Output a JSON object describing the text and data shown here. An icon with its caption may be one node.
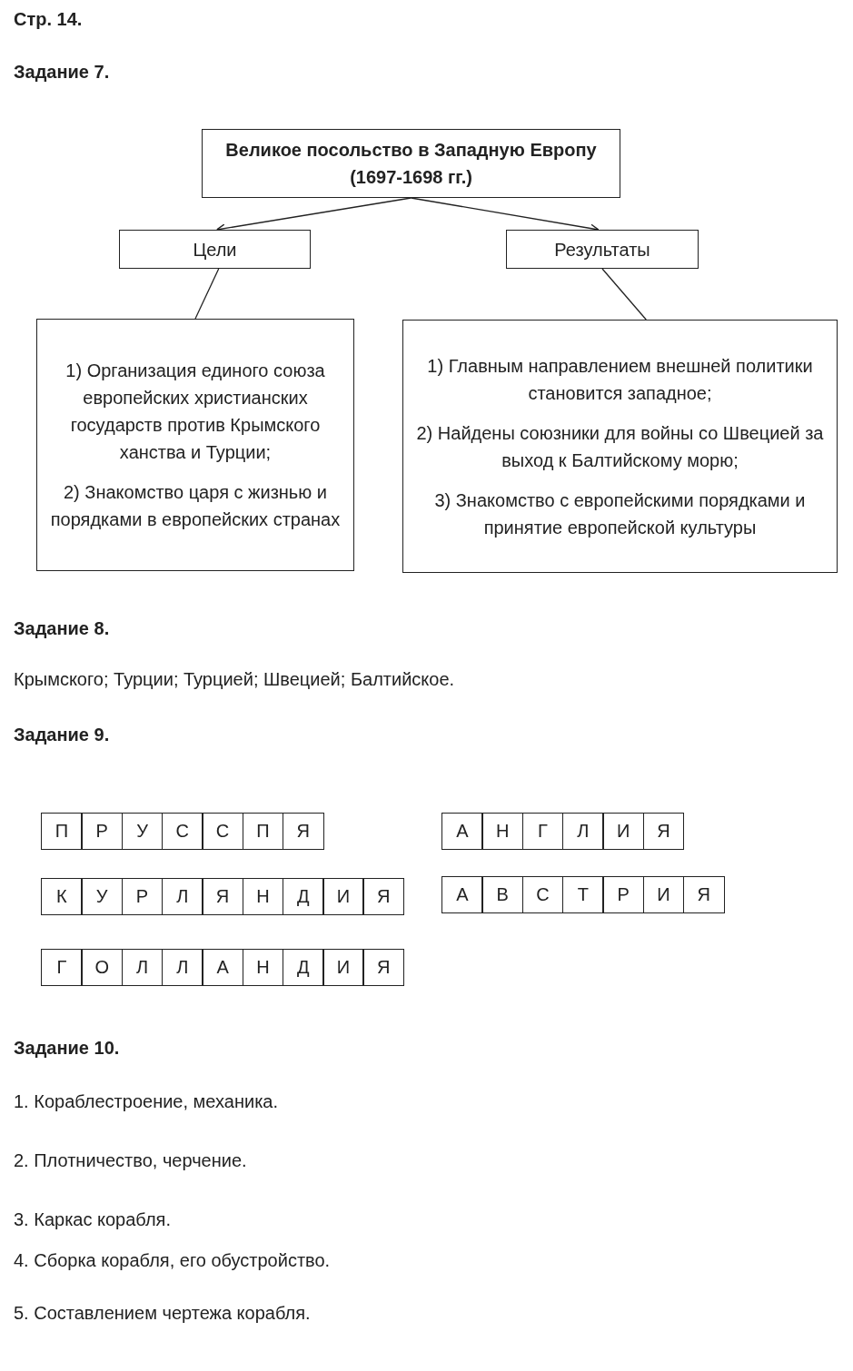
{
  "diagram": {
    "nodes": [
      {
        "text": [
          "Великое посольство в Западную Европу (1697-1698 гг.)"
        ]
      },
      {
        "text": [
          "Цели"
        ]
      },
      {
        "text": [
          "Результаты"
        ]
      },
      {
        "text": [
          "1) Организация единого союза европейских христианских государств против Крымского ханства и Турции;",
          "2) Знакомство царя с жизнью и порядками в европейских странах"
        ]
      },
      {
        "text": [
          "1) Главным направлением внешней политики становится западное;",
          "2) Найдены союзники для войны со Швецией за выход к Балтийскому морю;",
          "3) Знакомство с европейскими порядками и принятие европейской культуры"
        ]
      }
    ],
    "edges": [
      {
        "from": 0,
        "to": 1,
        "arrow": "to"
      },
      {
        "from": 0,
        "to": 2,
        "arrow": "to"
      },
      {
        "from": 1,
        "to": 3,
        "arrow": "none"
      },
      {
        "from": 2,
        "to": 4,
        "arrow": "none"
      }
    ],
    "labels": [
      "Стр. 14.",
      "Задание 7.",
      "Задание 8.",
      "Крымского; Турции; Турцией; Швецией; Балтийское.",
      "Задание 9.",
      "П",
      "Р",
      "У",
      "С",
      "С",
      "П",
      "Я",
      "А",
      "Н",
      "Г",
      "Л",
      "И",
      "Я",
      "К",
      "У",
      "Р",
      "Л",
      "Я",
      "Н",
      "Д",
      "И",
      "Я",
      "А",
      "В",
      "С",
      "Т",
      "Р",
      "И",
      "Я",
      "Г",
      "О",
      "Л",
      "Л",
      "А",
      "Н",
      "Д",
      "И",
      "Я",
      "Задание 10.",
      "1. Кораблестроение, механика.",
      "2. Плотничество, черчение.",
      "3. Каркас корабля.",
      "4. Сборка корабля, его обустройство.",
      "5. Составлением чертежа корабля."
    ]
  }
}
